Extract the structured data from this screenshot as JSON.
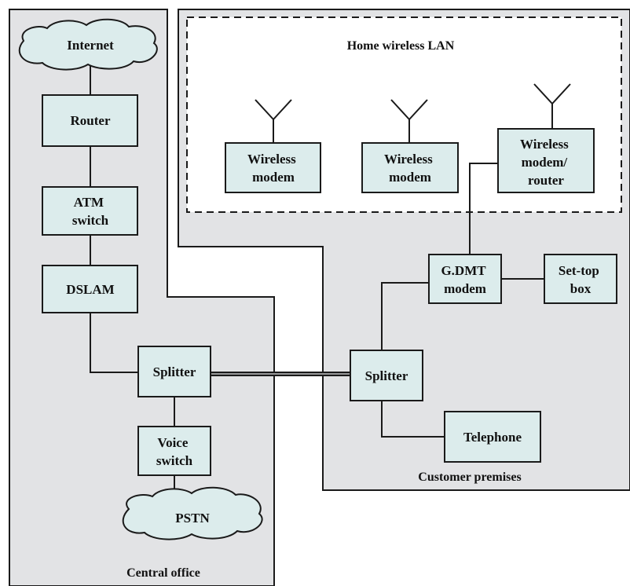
{
  "colors": {
    "region_fill": "#e2e3e5",
    "box_fill": "#dcecec",
    "line": "#1a1a1a",
    "lan_fill": "#ffffff"
  },
  "regions": {
    "central_office": "Central office",
    "customer_premises": "Customer premises",
    "home_lan": "Home wireless LAN"
  },
  "nodes": {
    "internet": [
      "Internet"
    ],
    "router": [
      "Router"
    ],
    "atm_switch": [
      "ATM",
      "switch"
    ],
    "dslam": [
      "DSLAM"
    ],
    "co_splitter": [
      "Splitter"
    ],
    "voice_switch": [
      "Voice",
      "switch"
    ],
    "pstn": [
      "PSTN"
    ],
    "cp_splitter": [
      "Splitter"
    ],
    "telephone": [
      "Telephone"
    ],
    "gdmt_modem": [
      "G.DMT",
      "modem"
    ],
    "set_top_box": [
      "Set-top",
      "box"
    ],
    "wireless_modem_1": [
      "Wireless",
      "modem"
    ],
    "wireless_modem_2": [
      "Wireless",
      "modem"
    ],
    "wireless_router": [
      "Wireless",
      "modem/",
      "router"
    ]
  }
}
